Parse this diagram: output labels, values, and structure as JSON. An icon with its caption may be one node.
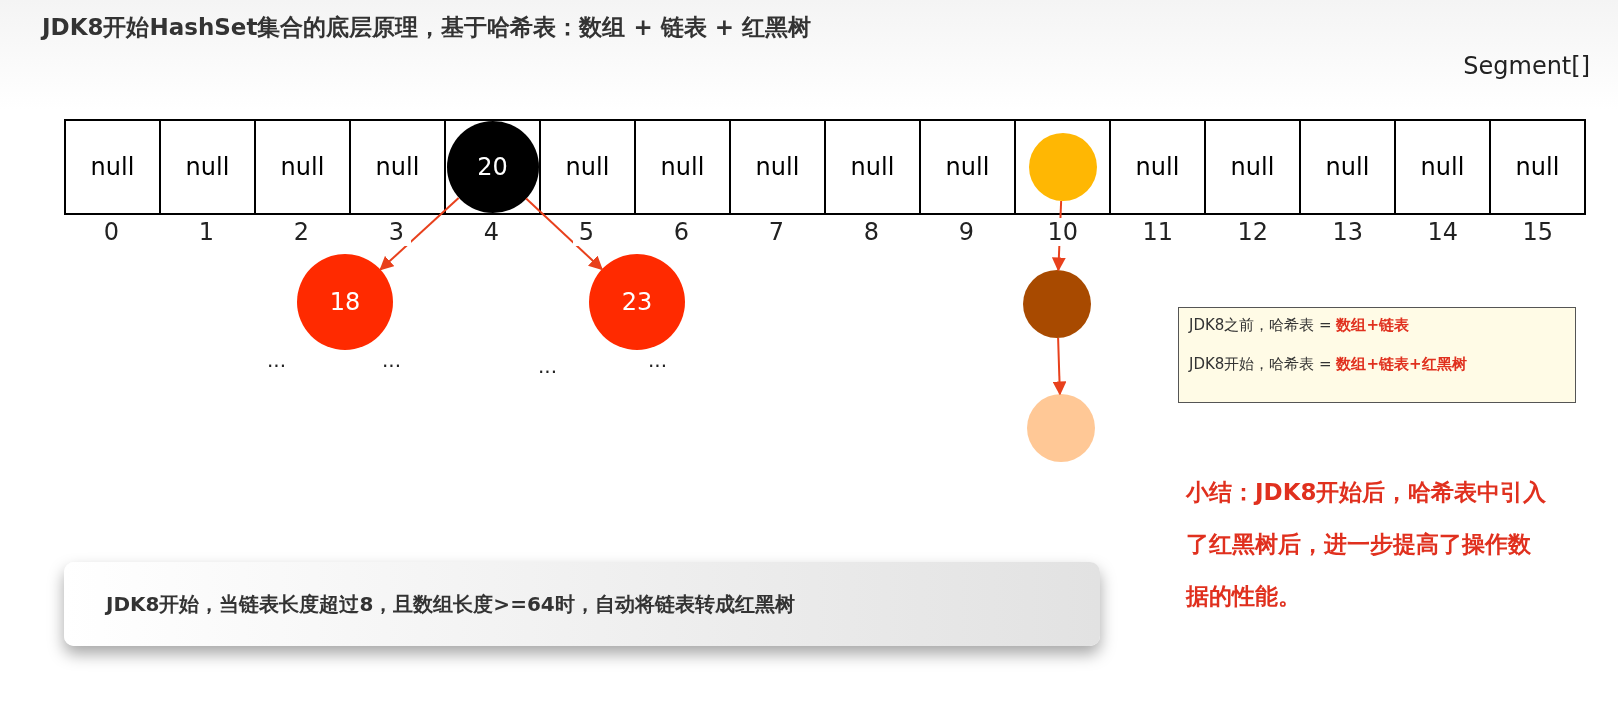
{
  "diagram": {
    "title": "JDK8开始HashSet集合的底层原理，基于哈希表：数组 + 链表 + 红黑树",
    "nodes": [
      {
        "text": [
          "null"
        ]
      },
      {
        "text": [
          "null"
        ]
      },
      {
        "text": [
          "null"
        ]
      },
      {
        "text": [
          "null"
        ]
      },
      {
        "text": [],
        "shape": "box"
      },
      {
        "text": [
          "null"
        ]
      },
      {
        "text": [
          "null"
        ]
      },
      {
        "text": [
          "null"
        ]
      },
      {
        "text": [
          "null"
        ]
      },
      {
        "text": [
          "null"
        ]
      },
      {
        "text": [],
        "shape": "box"
      },
      {
        "text": [
          "null"
        ]
      },
      {
        "text": [
          "null"
        ]
      },
      {
        "text": [
          "null"
        ]
      },
      {
        "text": [
          "null"
        ]
      },
      {
        "text": [
          "null"
        ]
      },
      {
        "text": [
          "20"
        ],
        "in": 4
      },
      {
        "text": [],
        "shape": "circle",
        "in": 10
      },
      {
        "text": [
          "18"
        ]
      },
      {
        "text": [
          "23"
        ]
      },
      {
        "text": [],
        "shape": "circle"
      },
      {
        "text": [
          "JDK8之前，哈希表 = **数组+链表**",
          "JDK8开始，哈希表 = **数组+链表+红黑树**"
        ]
      },
      {
        "text": [],
        "shape": "circle"
      },
      {
        "text": [
          "JDK8开始，当链表长度超过8，且数组长度>=64时，自动将链表转成红黑树"
        ]
      }
    ],
    "edges": [
      {
        "from": 16,
        "to": 18,
        "arrow": "to"
      },
      {
        "from": 16,
        "to": 19,
        "arrow": "to"
      },
      {
        "from": 17,
        "to": 20,
        "arrow": "to"
      },
      {
        "from": 20,
        "to": 22,
        "arrow": "to"
      }
    ],
    "labels": [
      "Segment[]",
      "0",
      "1",
      "2",
      "3",
      "4",
      "5",
      "6",
      "7",
      "8",
      "9",
      "10",
      "11",
      "12",
      "13",
      "14",
      "15",
      "...",
      "...",
      "...",
      "...",
      "小结：JDK8开始后，哈希表中引入了红黑树后，进一步提高了操作数据的性能。"
    ]
  }
}
